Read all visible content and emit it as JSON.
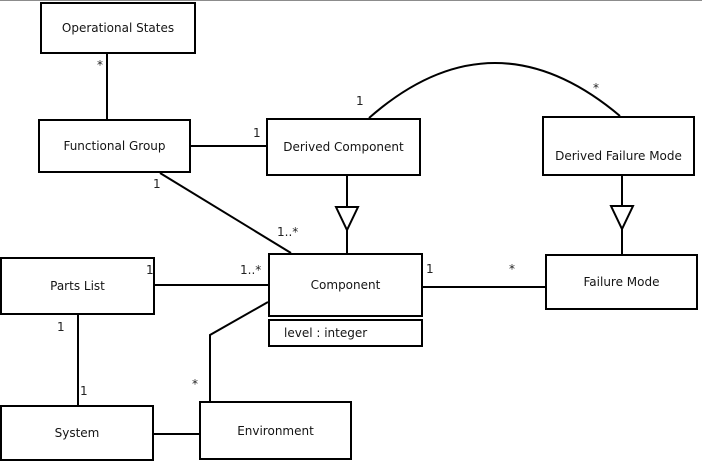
{
  "diagram": {
    "kind": "uml-class-diagram",
    "colors": {
      "background": "#ffffff",
      "line": "#000000",
      "text": "#141414",
      "top_edge": "#8c8c8c"
    },
    "classes": {
      "operational_states": {
        "name": "Operational States"
      },
      "functional_group": {
        "name": "Functional Group"
      },
      "derived_component": {
        "name": "Derived Component"
      },
      "derived_failure_mode": {
        "name": "Derived Failure Mode"
      },
      "parts_list": {
        "name": "Parts List"
      },
      "component": {
        "name": "Component",
        "attribute": "level : integer"
      },
      "failure_mode": {
        "name": "Failure Mode"
      },
      "system": {
        "name": "System"
      },
      "environment": {
        "name": "Environment"
      }
    },
    "multiplicities": {
      "os_fg_os_end": "*",
      "fg_dc_dc_end": "1",
      "arc_dc_end": "1",
      "arc_dfm_end": "*",
      "fg_comp_fg_end": "1",
      "fg_comp_comp_end": "1..*",
      "pl_comp_pl_end": "1",
      "pl_comp_comp_end": "1..*",
      "comp_fm_comp_end": "1",
      "comp_fm_fm_end": "*",
      "pl_sys_pl_end": "1",
      "pl_sys_sys_end": "1",
      "env_comp_env_end": "*"
    }
  }
}
